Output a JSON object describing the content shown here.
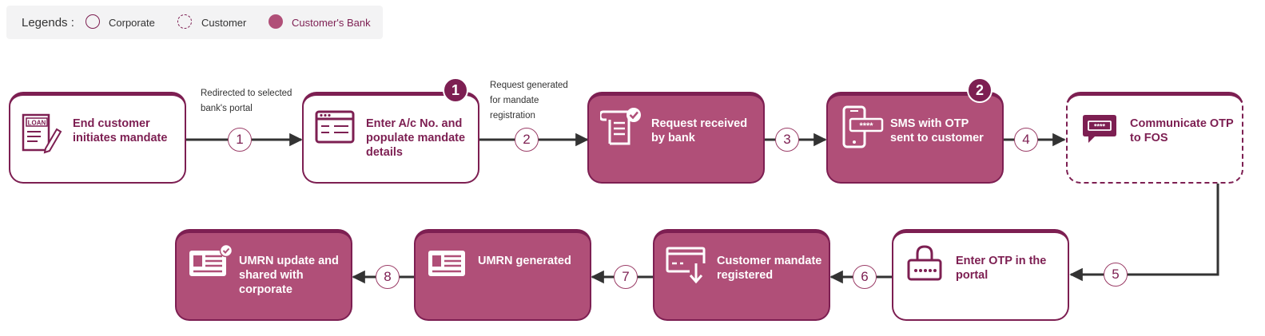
{
  "legend": {
    "title": "Legends :",
    "items": [
      {
        "label": "Corporate"
      },
      {
        "label": "Customer"
      },
      {
        "label": "Customer's Bank"
      }
    ]
  },
  "steps": [
    {
      "label_lines": [
        "End customer",
        "initiates mandate"
      ],
      "actor": "Corporate",
      "icon": "loan-form-icon"
    },
    {
      "label_lines": [
        "Enter A/c No. and",
        "populate mandate",
        "details"
      ],
      "actor": "Corporate",
      "icon": "web-form-icon",
      "badge": "1"
    },
    {
      "label_lines": [
        "Request received",
        "by bank"
      ],
      "actor": "Customer's Bank",
      "icon": "scroll-check-icon"
    },
    {
      "label_lines": [
        "SMS with OTP",
        "sent to customer"
      ],
      "actor": "Customer's Bank",
      "icon": "phone-otp-icon",
      "badge": "2"
    },
    {
      "label_lines": [
        "Communicate OTP",
        "to FOS"
      ],
      "actor": "Customer",
      "icon": "chat-otp-icon"
    },
    {
      "label_lines": [
        "Enter OTP in the",
        "portal"
      ],
      "actor": "Corporate",
      "icon": "lock-otp-icon"
    },
    {
      "label_lines": [
        "Customer mandate",
        "registered"
      ],
      "actor": "Customer's Bank",
      "icon": "card-download-icon"
    },
    {
      "label_lines": [
        "UMRN generated"
      ],
      "actor": "Customer's Bank",
      "icon": "id-card-icon"
    },
    {
      "label_lines": [
        "UMRN update and",
        "shared with",
        "corporate"
      ],
      "actor": "Customer's Bank",
      "icon": "id-card-check-icon"
    }
  ],
  "connectors": [
    {
      "number": "1",
      "note_lines": [
        "Redirected to selected",
        "bank's portal"
      ]
    },
    {
      "number": "2",
      "note_lines": [
        "Request generated",
        "for mandate",
        "registration"
      ]
    },
    {
      "number": "3"
    },
    {
      "number": "4"
    },
    {
      "number": "5"
    },
    {
      "number": "6"
    },
    {
      "number": "7"
    },
    {
      "number": "8"
    }
  ],
  "colors": {
    "brand": "#7d1f52",
    "bank_fill": "#b04f78",
    "arrow": "#333333",
    "legend_bg": "#f3f3f4"
  }
}
